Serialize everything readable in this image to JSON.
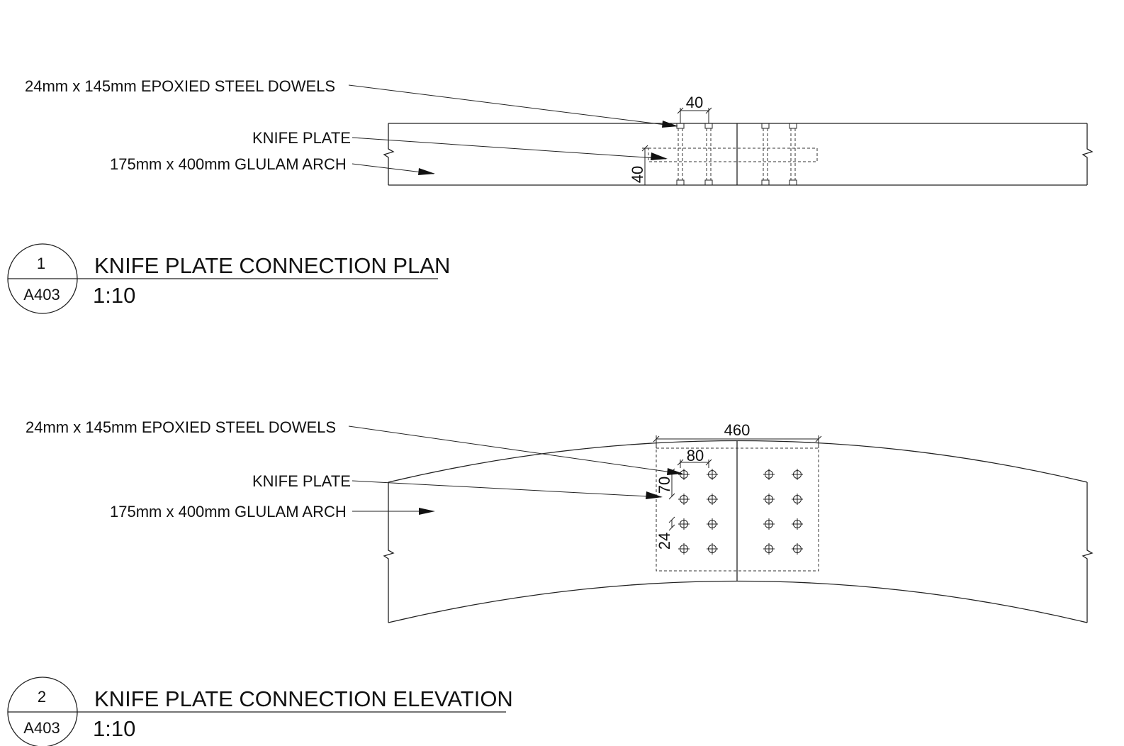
{
  "plan": {
    "labels": {
      "dowels": "24mm x 145mm  EPOXIED STEEL DOWELS",
      "knife_plate": "KNIFE PLATE",
      "glulam": "175mm x 400mm GLULAM ARCH"
    },
    "dims": {
      "dowel_spacing": "40",
      "plate_edge": "40"
    },
    "callout": {
      "number": "1",
      "sheet": "A403",
      "title": "KNIFE PLATE CONNECTION PLAN",
      "scale": "1:10"
    }
  },
  "elevation": {
    "labels": {
      "dowels": "24mm x 145mm  EPOXIED STEEL DOWELS",
      "knife_plate": "KNIFE PLATE",
      "glulam": "175mm x 400mm GLULAM ARCH"
    },
    "dims": {
      "plate_length": "460",
      "dowel_spacing": "80",
      "row_spacing": "70",
      "edge_distance": "24"
    },
    "callout": {
      "number": "2",
      "sheet": "A403",
      "title": "KNIFE PLATE CONNECTION ELEVATION",
      "scale": "1:10"
    }
  }
}
